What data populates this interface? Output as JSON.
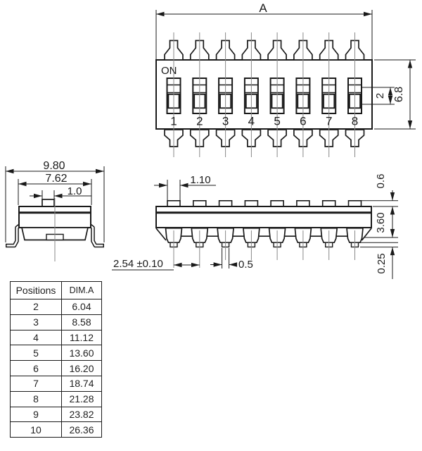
{
  "top_view": {
    "dim_a": "A",
    "on_label": "ON",
    "switch_labels": [
      "1",
      "2",
      "3",
      "4",
      "5",
      "6",
      "7",
      "8"
    ],
    "knob_height_dim": "2",
    "body_height_dim": "6.8"
  },
  "end_view": {
    "overall_width_dim": "9.80",
    "body_width_dim": "7.62",
    "actuator_width_dim": "1.0"
  },
  "side_view": {
    "actuator_width_dim": "1.10",
    "actuator_height_dim": "0.6",
    "body_height_dim": "3.60",
    "standoff_dim": "0.25",
    "pitch_dim": "2.54 ±0.10",
    "terminal_width_dim": "0.5"
  },
  "table": {
    "headers": [
      "Positions",
      "DIM.A"
    ],
    "rows": [
      {
        "pos": "2",
        "dim": "6.04"
      },
      {
        "pos": "3",
        "dim": "8.58"
      },
      {
        "pos": "4",
        "dim": "11.12"
      },
      {
        "pos": "5",
        "dim": "13.60"
      },
      {
        "pos": "6",
        "dim": "16.20"
      },
      {
        "pos": "7",
        "dim": "18.74"
      },
      {
        "pos": "8",
        "dim": "21.28"
      },
      {
        "pos": "9",
        "dim": "23.82"
      },
      {
        "pos": "10",
        "dim": "26.36"
      }
    ]
  },
  "colors": {
    "line": "#1a1a1a",
    "muted_text": "#8c8c8c",
    "centerline": "#888888",
    "background": "#ffffff"
  }
}
